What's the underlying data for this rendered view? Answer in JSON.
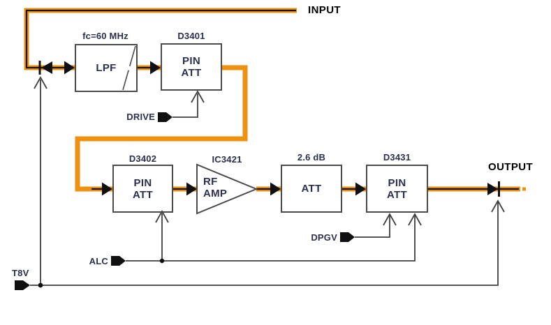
{
  "labels": {
    "input": "INPUT",
    "output": "OUTPUT"
  },
  "blocks": {
    "lpf": {
      "ref": "fc=60 MHz",
      "name": "LPF"
    },
    "pin_att_input": {
      "ref": "D3401",
      "line1": "PIN",
      "line2": "ATT"
    },
    "pin_att_mid": {
      "ref": "D3402",
      "line1": "PIN",
      "line2": "ATT"
    },
    "rf_amp": {
      "ref": "IC3421",
      "line1": "RF",
      "line2": "AMP"
    },
    "fixed_att": {
      "ref": "2.6 dB",
      "name": "ATT"
    },
    "pin_att_output": {
      "ref": "D3431",
      "line1": "PIN",
      "line2": "ATT"
    }
  },
  "control_signals": {
    "drive": "DRIVE",
    "alc": "ALC",
    "dpgv": "DPGV",
    "t8v": "T8V"
  },
  "colors": {
    "signal_highlight": "#EE9010",
    "signal_core": "#161616",
    "control_line": "#3f3f3f",
    "label_text": "#2b2f4e",
    "io_text": "#000000"
  }
}
